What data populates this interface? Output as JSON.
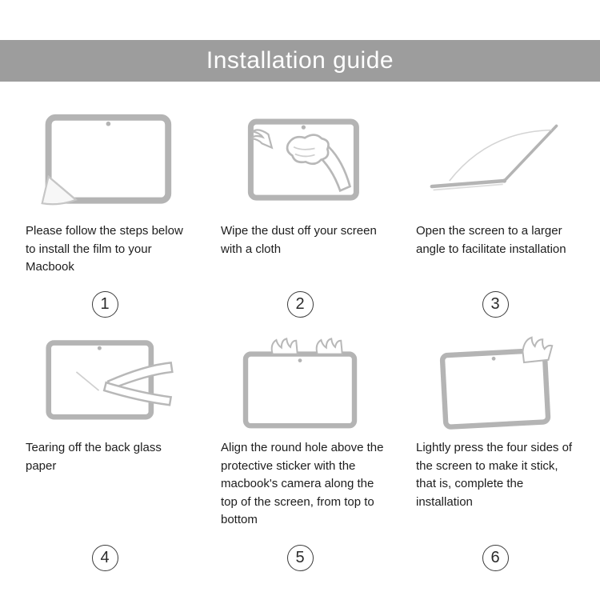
{
  "header": {
    "title": "Installation guide"
  },
  "steps": [
    {
      "number": "1",
      "caption": "Please follow the steps below to install the film to your Macbook",
      "illustration": "macbook-screen-film-corner"
    },
    {
      "number": "2",
      "caption": "Wipe the dust off your screen with a cloth",
      "illustration": "wipe-screen-with-cloth"
    },
    {
      "number": "3",
      "caption": "Open the screen to a larger angle to facilitate installation",
      "illustration": "open-laptop-larger-angle"
    },
    {
      "number": "4",
      "caption": "Tearing off the back glass paper",
      "illustration": "tear-off-back-paper"
    },
    {
      "number": "5",
      "caption": "Align the round hole above the protective sticker with the macbook's camera along the top of the screen, from top to bottom",
      "illustration": "align-film-with-camera"
    },
    {
      "number": "6",
      "caption": "Lightly press the four sides of the screen to make it stick, that is, complete the installation",
      "illustration": "press-four-sides"
    }
  ],
  "colors": {
    "header_bg": "#9d9d9d",
    "header_text": "#ffffff",
    "line_art": "#b4b4b4",
    "caption_text": "#1d1d1d"
  }
}
